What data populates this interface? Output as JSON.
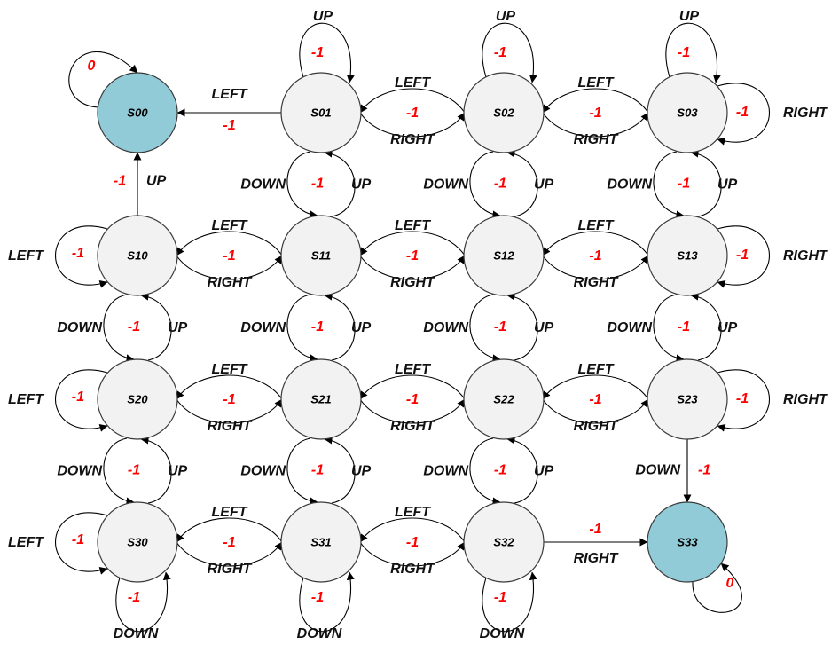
{
  "colors": {
    "node_fill": "#f2f2f2",
    "terminal_fill": "#92cbd8",
    "reward_text": "#ff0000",
    "action_text": "#111111"
  },
  "nodes": [
    {
      "id": "S00",
      "label": "S00",
      "terminal": true
    },
    {
      "id": "S01",
      "label": "S01",
      "terminal": false
    },
    {
      "id": "S02",
      "label": "S02",
      "terminal": false
    },
    {
      "id": "S03",
      "label": "S03",
      "terminal": false
    },
    {
      "id": "S10",
      "label": "S10",
      "terminal": false
    },
    {
      "id": "S11",
      "label": "S11",
      "terminal": false
    },
    {
      "id": "S12",
      "label": "S12",
      "terminal": false
    },
    {
      "id": "S13",
      "label": "S13",
      "terminal": false
    },
    {
      "id": "S20",
      "label": "S20",
      "terminal": false
    },
    {
      "id": "S21",
      "label": "S21",
      "terminal": false
    },
    {
      "id": "S22",
      "label": "S22",
      "terminal": false
    },
    {
      "id": "S23",
      "label": "S23",
      "terminal": false
    },
    {
      "id": "S30",
      "label": "S30",
      "terminal": false
    },
    {
      "id": "S31",
      "label": "S31",
      "terminal": false
    },
    {
      "id": "S32",
      "label": "S32",
      "terminal": false
    },
    {
      "id": "S33",
      "label": "S33",
      "terminal": true
    }
  ],
  "self_loops": [
    {
      "state": "S00",
      "reward": "0"
    },
    {
      "state": "S01",
      "action": "UP",
      "reward": "-1"
    },
    {
      "state": "S02",
      "action": "UP",
      "reward": "-1"
    },
    {
      "state": "S03",
      "action": "UP",
      "reward": "-1"
    },
    {
      "state": "S03",
      "action": "RIGHT",
      "reward": "-1"
    },
    {
      "state": "S10",
      "action": "LEFT",
      "reward": "-1"
    },
    {
      "state": "S13",
      "action": "RIGHT",
      "reward": "-1"
    },
    {
      "state": "S20",
      "action": "LEFT",
      "reward": "-1"
    },
    {
      "state": "S23",
      "action": "RIGHT",
      "reward": "-1"
    },
    {
      "state": "S30",
      "action": "LEFT",
      "reward": "-1"
    },
    {
      "state": "S30",
      "action": "DOWN",
      "reward": "-1"
    },
    {
      "state": "S31",
      "action": "DOWN",
      "reward": "-1"
    },
    {
      "state": "S32",
      "action": "DOWN",
      "reward": "-1"
    },
    {
      "state": "S33",
      "reward": "0"
    }
  ],
  "straight_edges": [
    {
      "from": "S01",
      "to": "S00",
      "action": "LEFT",
      "reward": "-1"
    },
    {
      "from": "S10",
      "to": "S00",
      "action": "UP",
      "reward": "-1"
    },
    {
      "from": "S23",
      "to": "S33",
      "action": "DOWN",
      "reward": "-1"
    },
    {
      "from": "S32",
      "to": "S33",
      "action": "RIGHT",
      "reward": "-1"
    }
  ],
  "horizontal_pairs": [
    {
      "left": "S01",
      "right": "S02",
      "top_action": "LEFT",
      "bottom_action": "RIGHT",
      "reward": "-1"
    },
    {
      "left": "S02",
      "right": "S03",
      "top_action": "LEFT",
      "bottom_action": "RIGHT",
      "reward": "-1"
    },
    {
      "left": "S10",
      "right": "S11",
      "top_action": "LEFT",
      "bottom_action": "RIGHT",
      "reward": "-1"
    },
    {
      "left": "S11",
      "right": "S12",
      "top_action": "LEFT",
      "bottom_action": "RIGHT",
      "reward": "-1"
    },
    {
      "left": "S12",
      "right": "S13",
      "top_action": "LEFT",
      "bottom_action": "RIGHT",
      "reward": "-1"
    },
    {
      "left": "S20",
      "right": "S21",
      "top_action": "LEFT",
      "bottom_action": "RIGHT",
      "reward": "-1"
    },
    {
      "left": "S21",
      "right": "S22",
      "top_action": "LEFT",
      "bottom_action": "RIGHT",
      "reward": "-1"
    },
    {
      "left": "S22",
      "right": "S23",
      "top_action": "LEFT",
      "bottom_action": "RIGHT",
      "reward": "-1"
    },
    {
      "left": "S30",
      "right": "S31",
      "top_action": "LEFT",
      "bottom_action": "RIGHT",
      "reward": "-1"
    },
    {
      "left": "S31",
      "right": "S32",
      "top_action": "LEFT",
      "bottom_action": "RIGHT",
      "reward": "-1"
    }
  ],
  "vertical_pairs": [
    {
      "top": "S01",
      "bottom": "S11",
      "down_action": "DOWN",
      "up_action": "UP",
      "reward": "-1"
    },
    {
      "top": "S02",
      "bottom": "S12",
      "down_action": "DOWN",
      "up_action": "UP",
      "reward": "-1"
    },
    {
      "top": "S03",
      "bottom": "S13",
      "down_action": "DOWN",
      "up_action": "UP",
      "reward": "-1"
    },
    {
      "top": "S10",
      "bottom": "S20",
      "down_action": "DOWN",
      "up_action": "UP",
      "reward": "-1"
    },
    {
      "top": "S11",
      "bottom": "S21",
      "down_action": "DOWN",
      "up_action": "UP",
      "reward": "-1"
    },
    {
      "top": "S12",
      "bottom": "S22",
      "down_action": "DOWN",
      "up_action": "UP",
      "reward": "-1"
    },
    {
      "top": "S13",
      "bottom": "S23",
      "down_action": "DOWN",
      "up_action": "UP",
      "reward": "-1"
    },
    {
      "top": "S20",
      "bottom": "S30",
      "down_action": "DOWN",
      "up_action": "UP",
      "reward": "-1"
    },
    {
      "top": "S21",
      "bottom": "S31",
      "down_action": "DOWN",
      "up_action": "UP",
      "reward": "-1"
    },
    {
      "top": "S22",
      "bottom": "S32",
      "down_action": "DOWN",
      "up_action": "UP",
      "reward": "-1"
    }
  ]
}
